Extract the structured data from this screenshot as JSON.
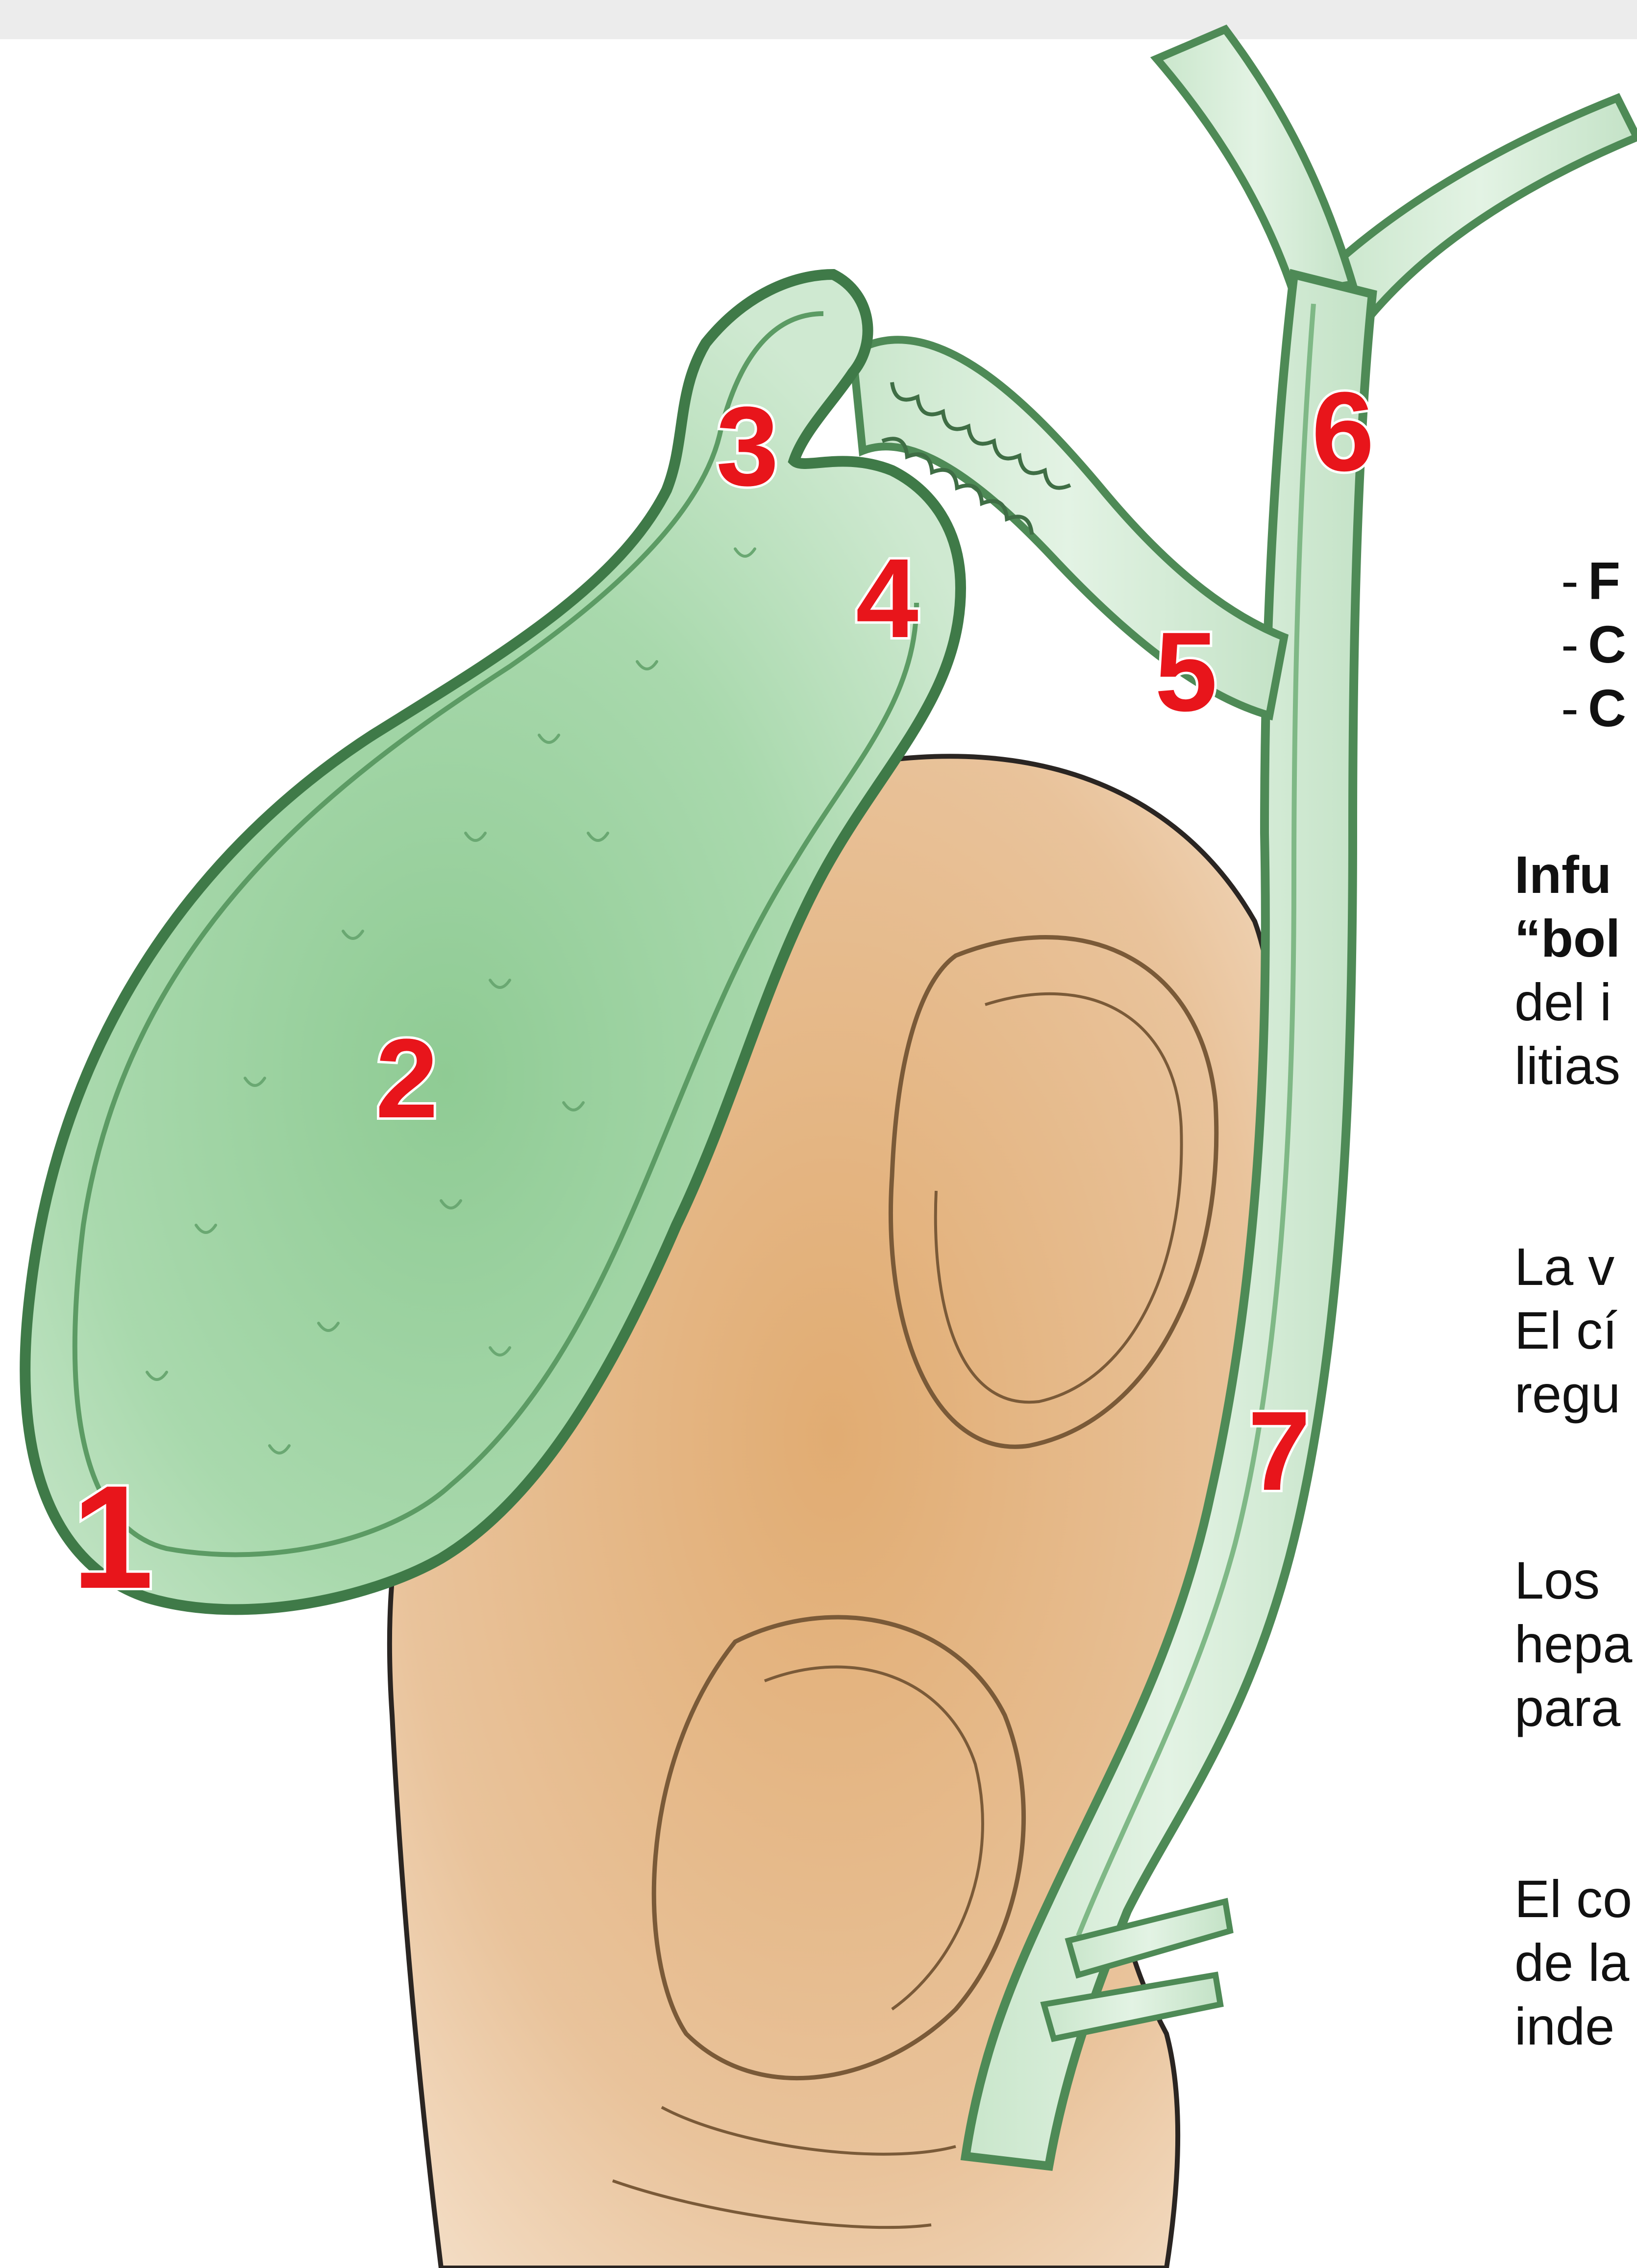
{
  "labels": [
    "1",
    "2",
    "3",
    "4",
    "5",
    "6",
    "7"
  ],
  "text_panel": {
    "bullets": [
      "F",
      "C",
      "C"
    ],
    "paragraphs": [
      [
        "Infu",
        "“bol",
        "del i",
        "litias"
      ],
      [
        "La v",
        "El cí",
        "regu"
      ],
      [
        "Los",
        "hepa",
        "para"
      ],
      [
        "El co",
        "de la",
        "inde"
      ]
    ]
  },
  "colors": {
    "bile_green": "#a6d4a9",
    "duct_outline": "#6fa877",
    "dark_outline": "#2c3a2a",
    "duodenum": "#d8a36e",
    "label_red": "#e8151b"
  },
  "icons": [
    "gallbladder-illustration",
    "bile-duct-illustration",
    "duodenum-illustration"
  ]
}
